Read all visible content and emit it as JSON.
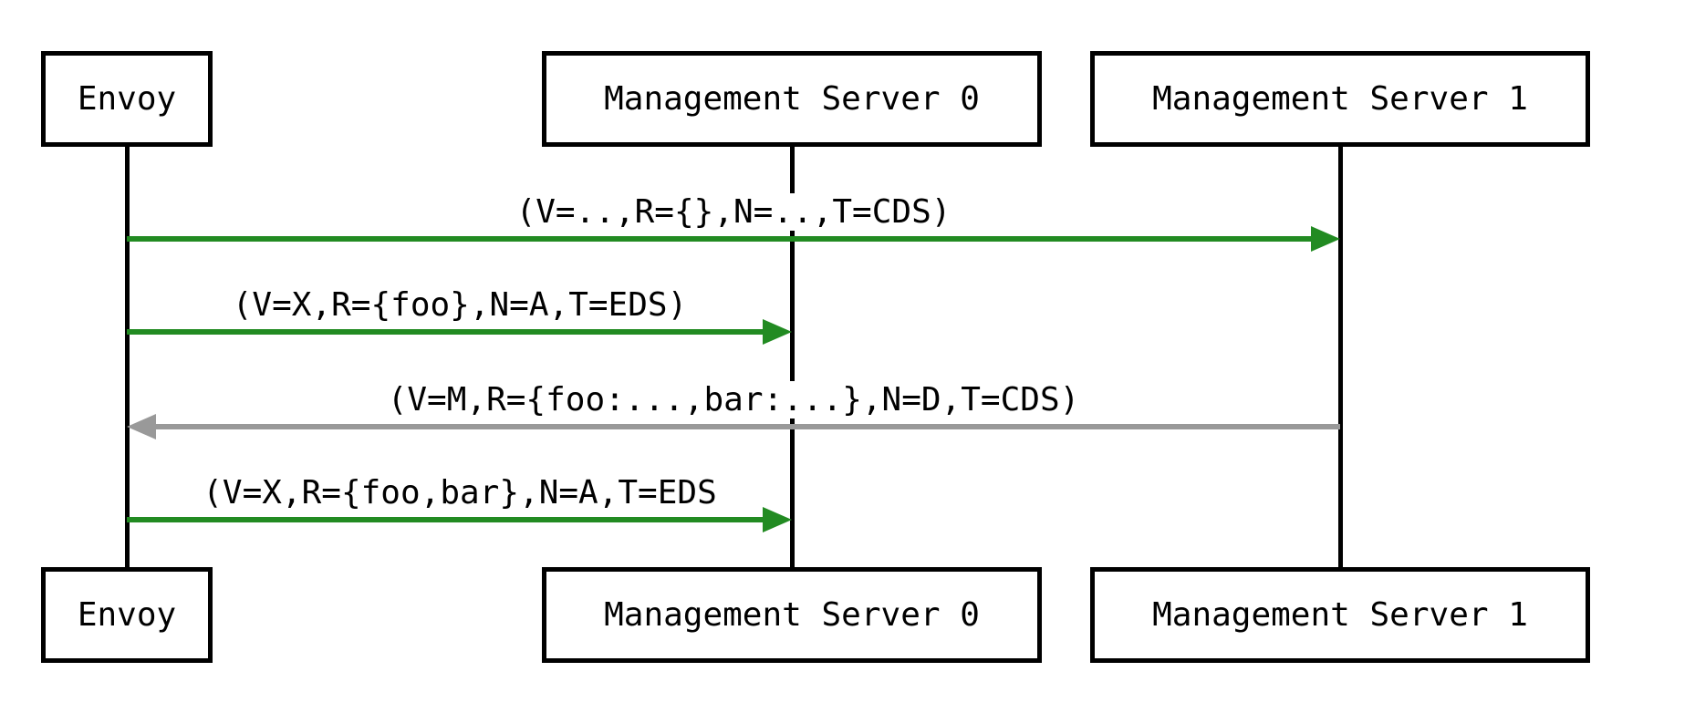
{
  "diagram": {
    "type": "sequence",
    "participants": [
      {
        "id": "envoy",
        "label": "Envoy"
      },
      {
        "id": "ms0",
        "label": "Management Server 0"
      },
      {
        "id": "ms1",
        "label": "Management Server 1"
      }
    ],
    "messages": [
      {
        "label": "(V=..,R={},N=..,T=CDS)",
        "from": "Envoy",
        "to": "Management Server 1",
        "direction": "right",
        "color_key": "green"
      },
      {
        "label": "(V=X,R={foo},N=A,T=EDS)",
        "from": "Envoy",
        "to": "Management Server 0",
        "direction": "right",
        "color_key": "green"
      },
      {
        "label": "(V=M,R={foo:...,bar:...},N=D,T=CDS)",
        "from": "Management Server 1",
        "to": "Envoy",
        "direction": "left",
        "color_key": "gray"
      },
      {
        "label": "(V=X,R={foo,bar},N=A,T=EDS",
        "from": "Envoy",
        "to": "Management Server 0",
        "direction": "right",
        "color_key": "green"
      }
    ],
    "colors": {
      "green": "#228B22",
      "gray": "#999999",
      "line": "#000000"
    }
  }
}
